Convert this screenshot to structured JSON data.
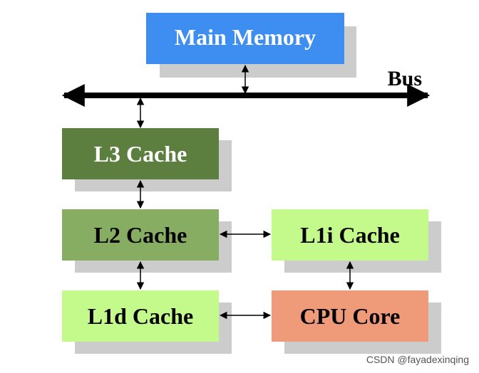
{
  "bus": {
    "label": "Bus"
  },
  "blocks": {
    "main_memory": {
      "label": "Main Memory",
      "color": "#3d8ef0"
    },
    "l3_cache": {
      "label": "L3 Cache",
      "color": "#5c7f3f"
    },
    "l2_cache": {
      "label": "L2 Cache",
      "color": "#86ad62"
    },
    "l1d_cache": {
      "label": "L1d Cache",
      "color": "#c4fa8c"
    },
    "l1i_cache": {
      "label": "L1i Cache",
      "color": "#c4fa8c"
    },
    "cpu_core": {
      "label": "CPU Core",
      "color": "#ef9a78"
    }
  },
  "colors": {
    "shadow": "#cccccc",
    "line": "#000000",
    "label_light": "#ffffff",
    "label_dark": "#000000"
  },
  "watermark": "CSDN @fayadexinqing"
}
